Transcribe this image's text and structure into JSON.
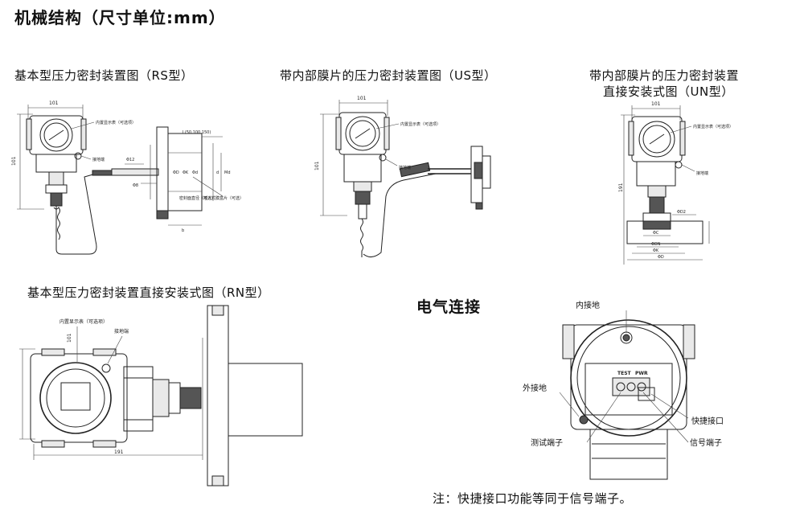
{
  "title": "机械结构（尺寸单位:mm）",
  "sections": {
    "rs": {
      "caption": "基本型压力密封装置图（RS型）",
      "dims": [
        "101",
        "101",
        "Φ12",
        "Φ8",
        "ΦD",
        "ΦK",
        "Φd",
        "d",
        "b",
        "L(50,100,150)",
        "Md"
      ],
      "callouts": [
        "内置显示表（可选项）",
        "接地端",
        "密封面直径（可选）",
        "插入式膜盒片（可选）"
      ]
    },
    "us": {
      "caption": "带内部膜片的压力密封装置图（US型）",
      "dims": [
        "101",
        "101"
      ],
      "callouts": [
        "内置显示表（可选项）",
        "接地端"
      ]
    },
    "un": {
      "caption_line1": "带内部膜片的压力密封装置",
      "caption_line2": "直接安装式图（UN型）",
      "dims": [
        "101",
        "191",
        "ΦD2",
        "ΦC",
        "ΦDN",
        "ΦK",
        "ΦD"
      ],
      "callouts": [
        "内置显示表（可选项）",
        "接地端"
      ]
    },
    "rn": {
      "caption": "基本型压力密封装置直接安装式图（RN型）",
      "dims": [
        "101",
        "191"
      ],
      "callouts": [
        "内置显示表（可选项）",
        "接地端"
      ]
    },
    "elec": {
      "heading": "电气连接",
      "labels": {
        "inner_ground": "内接地",
        "outer_ground": "外接地",
        "test_terminal": "测试端子",
        "quick_connect": "快捷接口",
        "signal_terminal": "信号端子",
        "test": "TEST",
        "pwr": "PWR"
      },
      "note": "注：快捷接口功能等同于信号端子。"
    }
  }
}
